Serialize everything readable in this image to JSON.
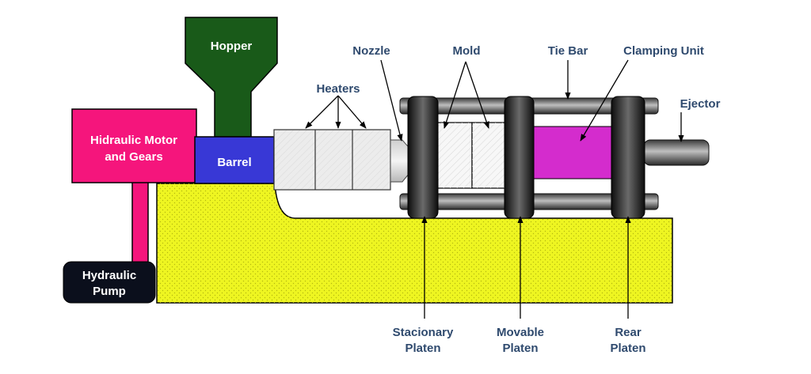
{
  "colors": {
    "base": "#eef521",
    "hydraulic_motor": "#f5157c",
    "hopper": "#195a19",
    "barrel": "#3838d6",
    "pump": "#0b0f1c",
    "clamping_unit": "#d42ccd",
    "label_text": "#2f4a6e"
  },
  "labels": {
    "hopper": "Hopper",
    "heaters": "Heaters",
    "nozzle": "Nozzle",
    "mold": "Mold",
    "tie_bar": "Tie Bar",
    "clamping_unit": "Clamping Unit",
    "ejector": "Ejector",
    "hydraulic_motor": [
      "Hidraulic Motor",
      "and Gears"
    ],
    "barrel": "Barrel",
    "hydraulic_pump": [
      "Hydraulic",
      "Pump"
    ],
    "stationary_platen": [
      "Stacionary",
      "Platen"
    ],
    "movable_platen": [
      "Movable",
      "Platen"
    ],
    "rear_platen": [
      "Rear",
      "Platen"
    ]
  }
}
